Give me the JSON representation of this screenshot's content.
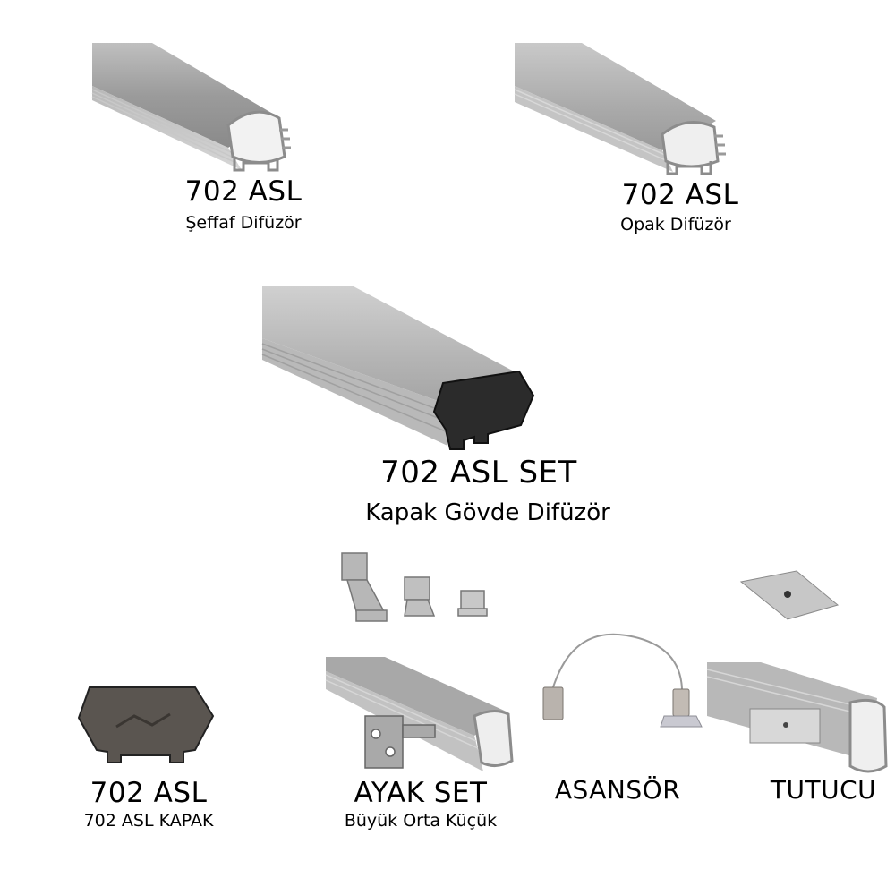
{
  "products": [
    {
      "id": "seffaf",
      "title": "702 ASL",
      "subtitle": "Şeffaf Difüzör"
    },
    {
      "id": "opak",
      "title": "702 ASL",
      "subtitle": "Opak Difüzör"
    },
    {
      "id": "set",
      "title": "702 ASL SET",
      "subtitle": "Kapak Gövde Difüzör"
    },
    {
      "id": "kapak",
      "title": "702 ASL",
      "subtitle": "702 ASL KAPAK"
    },
    {
      "id": "ayak",
      "title": "AYAK SET",
      "subtitle": "Büyük Orta Küçük"
    },
    {
      "id": "asansor",
      "title": "ASANSÖR"
    },
    {
      "id": "tutucu",
      "title": "TUTUCU"
    }
  ]
}
